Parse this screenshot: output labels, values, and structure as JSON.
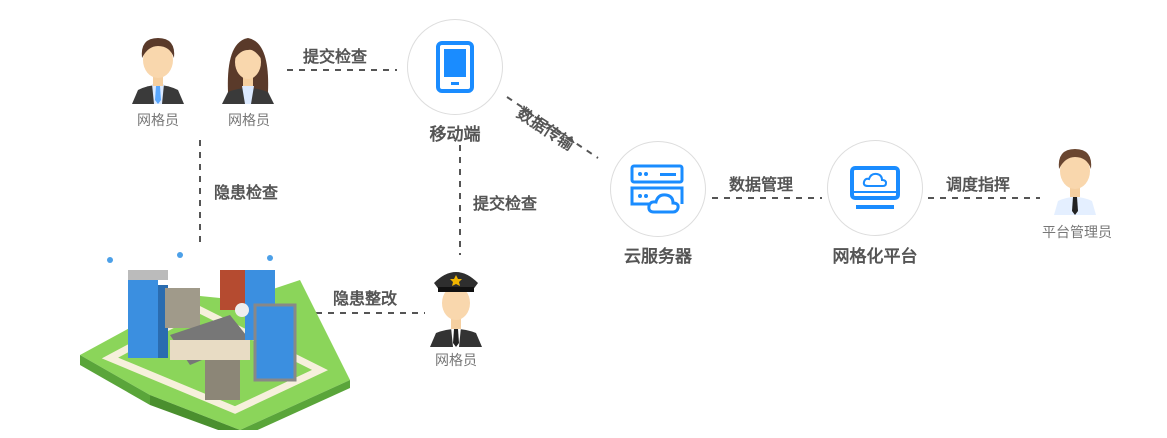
{
  "nodes": {
    "grid_member_1": "网格员",
    "grid_member_2": "网格员",
    "grid_member_3": "网格员",
    "mobile": "移动端",
    "cloud_server": "云服务器",
    "grid_platform": "网格化平台",
    "platform_admin": "平台管理员"
  },
  "edges": {
    "submit_check_top": "提交检查",
    "submit_check_vertical": "提交检查",
    "data_transfer": "数据传输",
    "data_management": "数据管理",
    "dispatch_command": "调度指挥",
    "hazard_check": "隐患检查",
    "hazard_rectify": "隐患整改"
  },
  "colors": {
    "accent": "#1a8cff",
    "line": "#555555",
    "text": "#555555"
  }
}
